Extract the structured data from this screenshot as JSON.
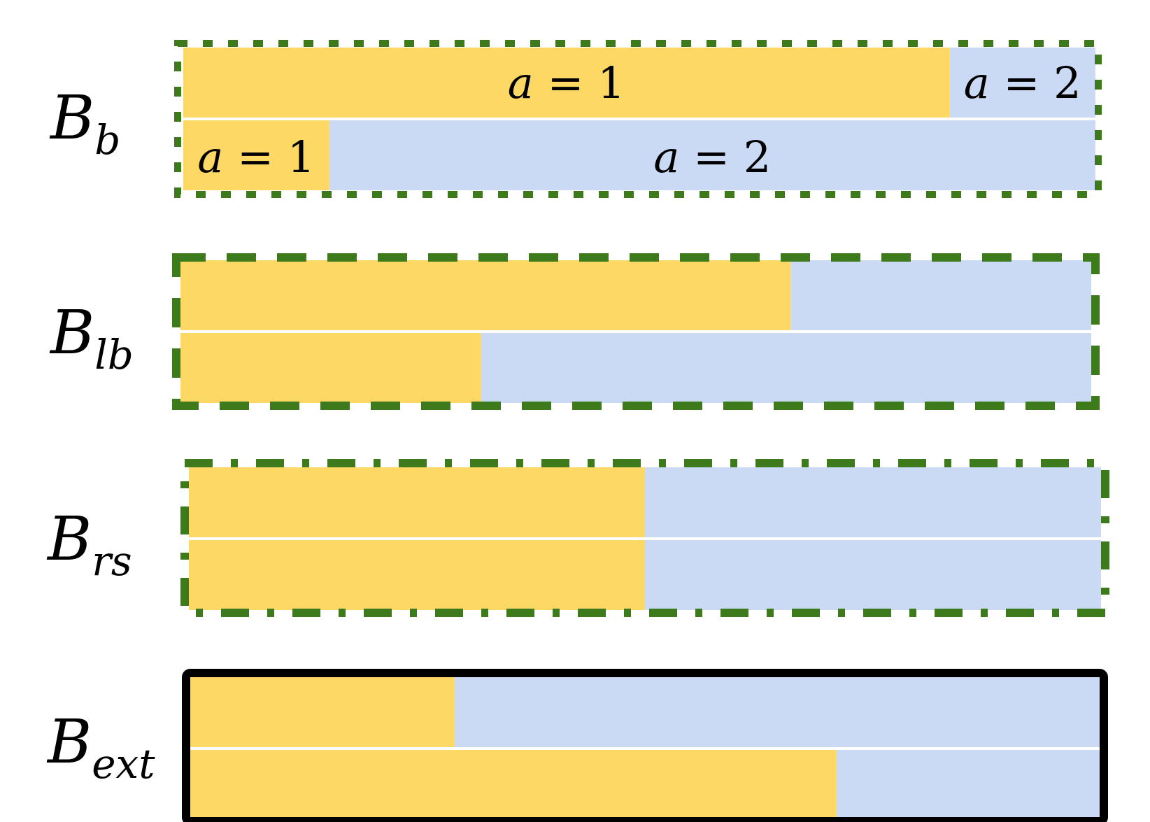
{
  "colors": {
    "a1": "#fdd865",
    "a2": "#cadaf4",
    "frame_green": "#3d7a1c",
    "frame_black": "#000000",
    "row_separator": "#ffffff"
  },
  "rows": [
    {
      "id": "b",
      "label_main": "B",
      "label_sub": "b",
      "frame_style": "dotted",
      "bars": [
        {
          "a1_share": 0.84,
          "label_a1_var": "a",
          "label_a1_rest": " = 1",
          "label_a2_var": "a",
          "label_a2_rest": " = 2"
        },
        {
          "a1_share": 0.16,
          "label_a1_var": "a",
          "label_a1_rest": " = 1",
          "label_a2_var": "a",
          "label_a2_rest": " = 2"
        }
      ]
    },
    {
      "id": "lb",
      "label_main": "B",
      "label_sub": "lb",
      "frame_style": "dashed",
      "bars": [
        {
          "a1_share": 0.67
        },
        {
          "a1_share": 0.33
        }
      ]
    },
    {
      "id": "rs",
      "label_main": "B",
      "label_sub": "rs",
      "frame_style": "dashdot",
      "bars": [
        {
          "a1_share": 0.5
        },
        {
          "a1_share": 0.5
        }
      ]
    },
    {
      "id": "ext",
      "label_main": "B",
      "label_sub": "ext",
      "frame_style": "solid",
      "bars": [
        {
          "a1_share": 0.29
        },
        {
          "a1_share": 0.71
        }
      ]
    }
  ]
}
